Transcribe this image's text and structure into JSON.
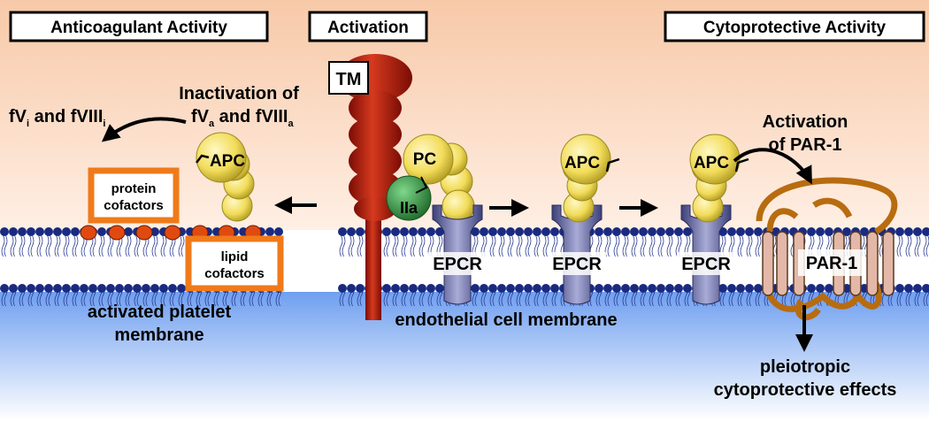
{
  "headers": {
    "anticoagulant": "Anticoagulant Activity",
    "activation": "Activation",
    "cytoprotective": "Cytoprotective Activity"
  },
  "labels": {
    "tm": "TM",
    "apc": "APC",
    "pc": "PC",
    "thrombin": "IIa",
    "epcr": "EPCR",
    "par1": "PAR-1",
    "protein_cofactors_line1": "protein",
    "protein_cofactors_line2": "cofactors",
    "lipid_cofactors_line1": "lipid",
    "lipid_cofactors_line2": "cofactors",
    "platelet_membrane_line1": "activated platelet",
    "platelet_membrane_line2": "membrane",
    "endothelial_membrane": "endothelial cell membrane",
    "par1_activation_line1": "Activation",
    "par1_activation_line2": "of PAR-1",
    "effects_line1": "pleiotropic",
    "effects_line2": "cytoprotective effects"
  },
  "inactivation": {
    "line1": "Inactivation of",
    "fVa": "fV",
    "sub_a": "a",
    "and": " and ",
    "fVIIIa": "fVIII",
    "fVi": "fV",
    "sub_i": "i",
    "fVIIIi": "fVIII"
  },
  "colors": {
    "background_top": "#fbd8c0",
    "cytoplasm_blue": "#6f9ff0",
    "lipid_head": "#1a2a80",
    "tm_red": "#c8281a",
    "apc_yellow": "#f5e26a",
    "thrombin_green": "#2e8b3a",
    "epcr_purple": "#6a6fa8",
    "cofactor_orange": "#f07a1a",
    "par1_brown": "#b86c10"
  }
}
